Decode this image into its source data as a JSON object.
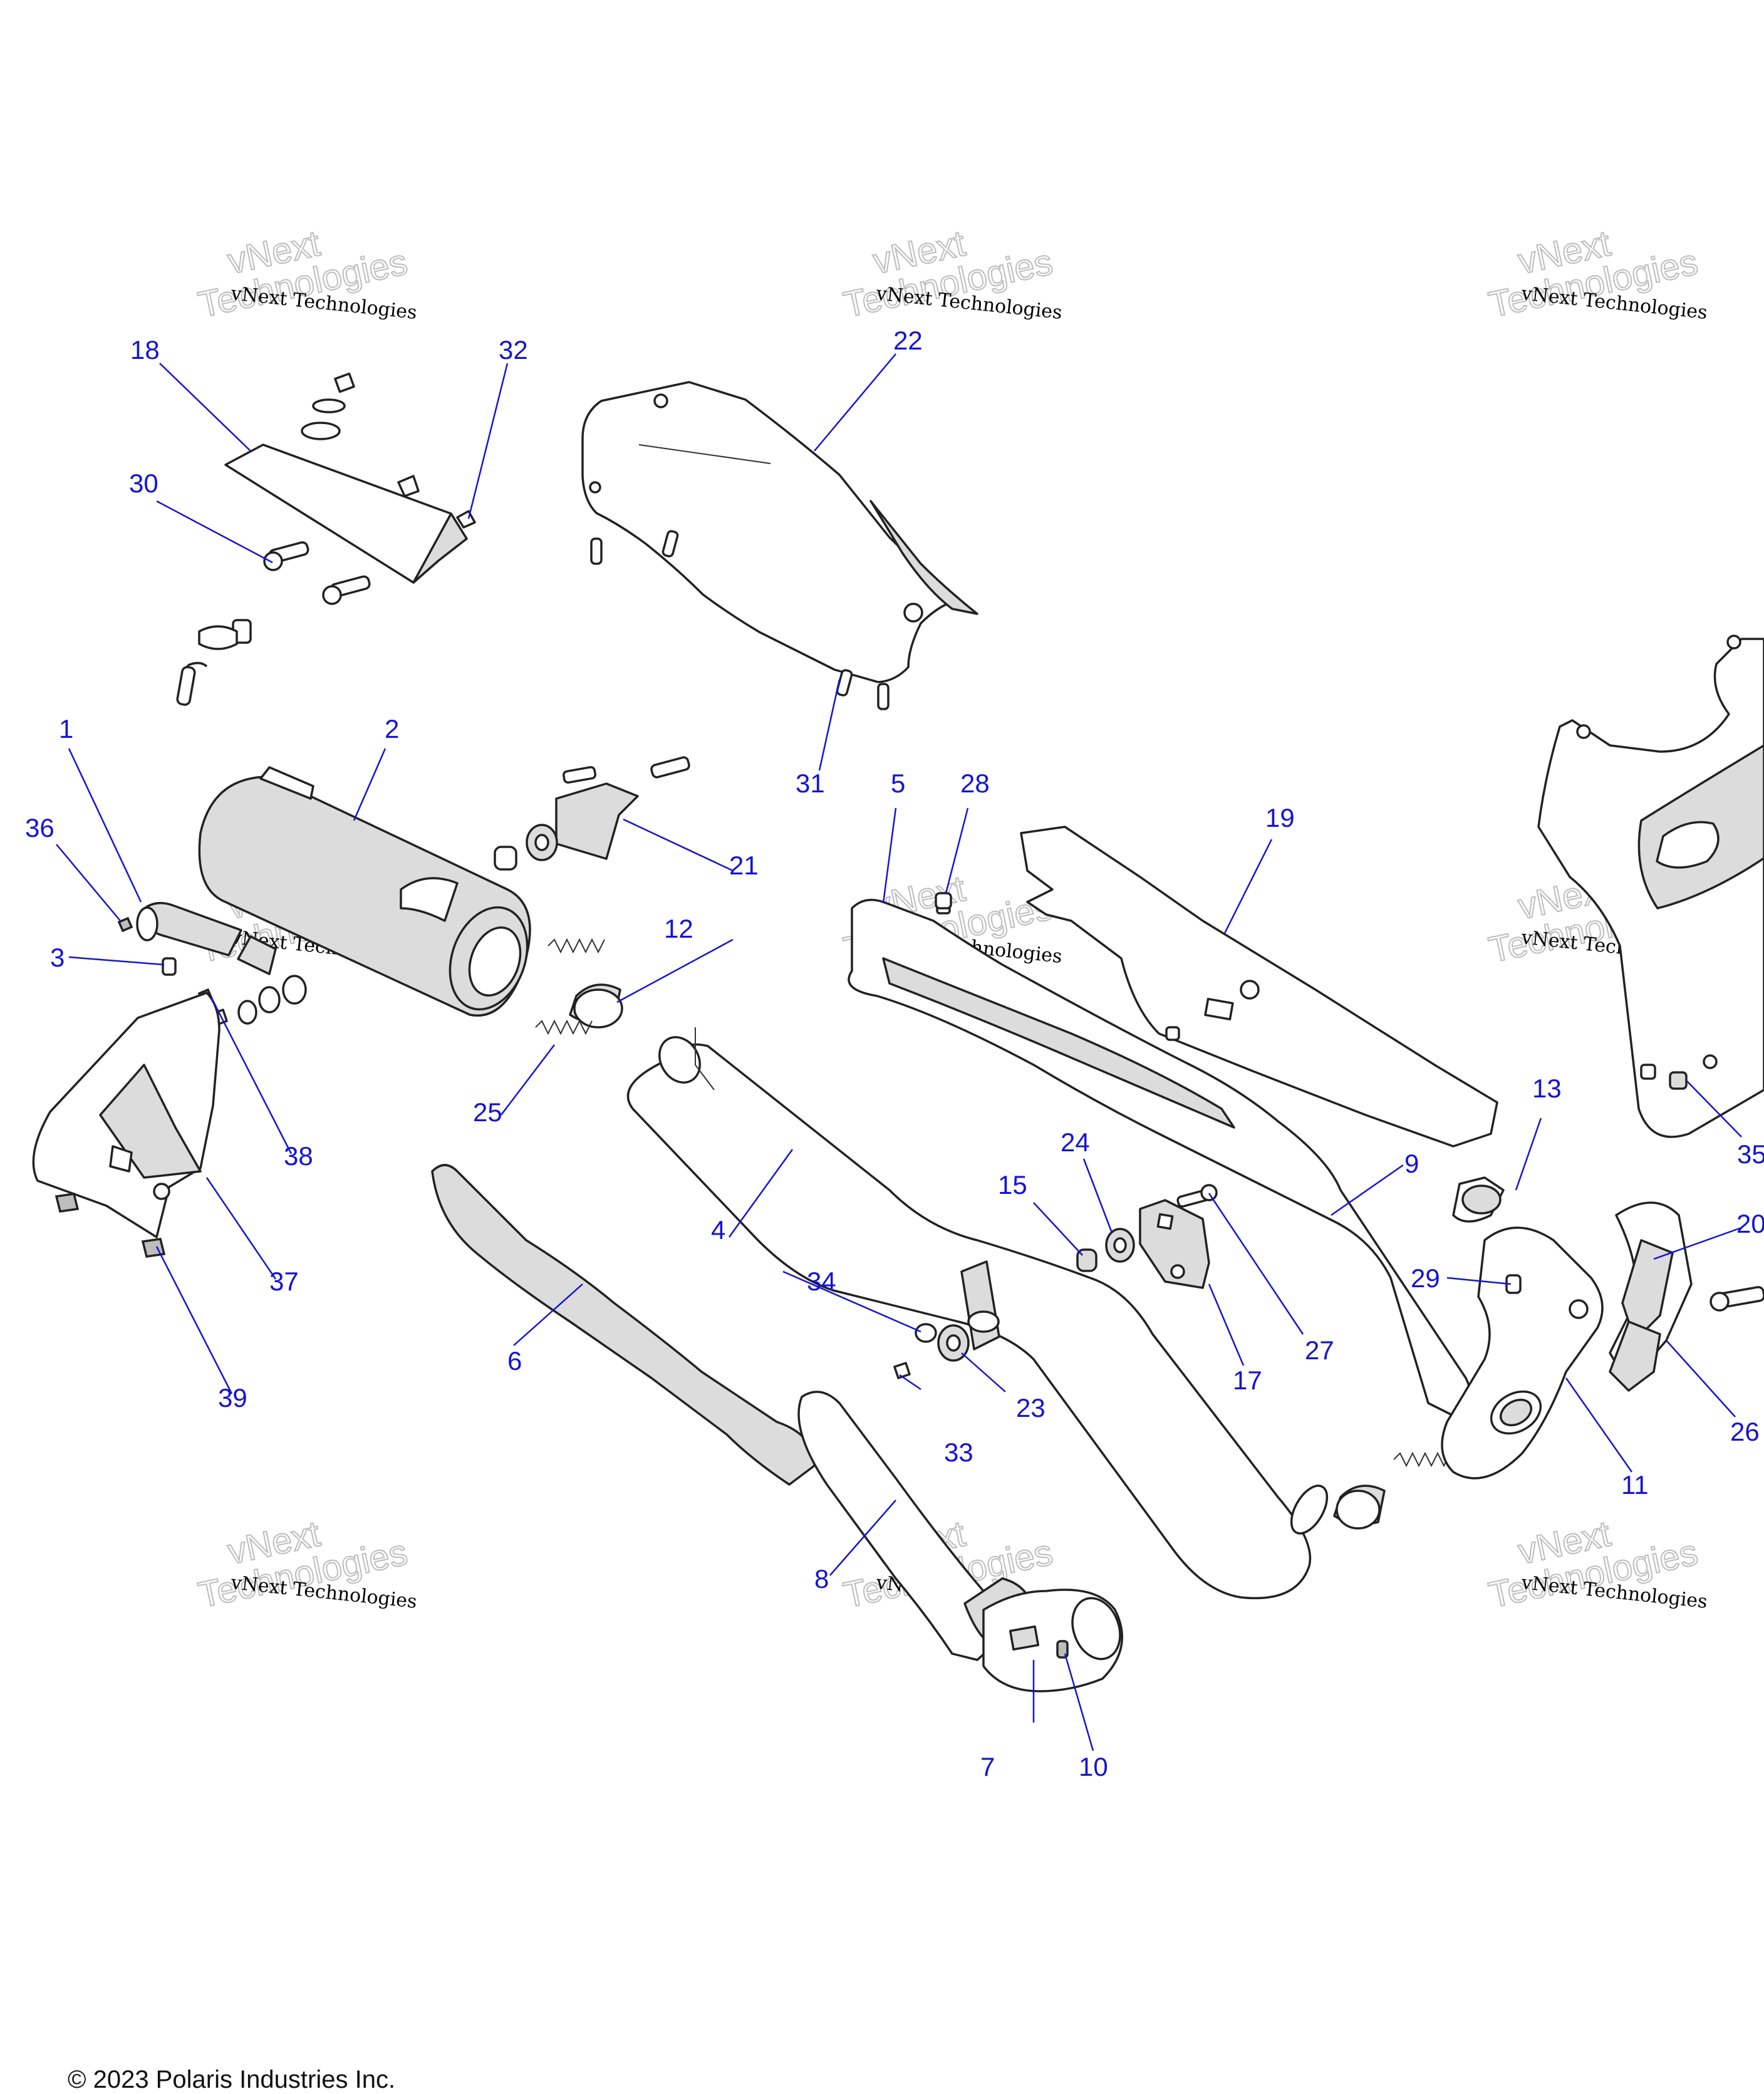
{
  "watermark": {
    "small": "vNext Technologies",
    "big_line1": "vNext",
    "big_line2": "Technologies"
  },
  "callouts": [
    "1",
    "2",
    "3",
    "4",
    "5",
    "6",
    "7",
    "8",
    "9",
    "10",
    "11",
    "12",
    "13",
    "15",
    "17",
    "18",
    "19",
    "20",
    "21",
    "22",
    "23",
    "24",
    "25",
    "26",
    "27",
    "28",
    "29",
    "30",
    "31",
    "32",
    "33",
    "34",
    "35",
    "36",
    "37",
    "38",
    "39"
  ],
  "copyright": "© 2023 Polaris Industries Inc."
}
